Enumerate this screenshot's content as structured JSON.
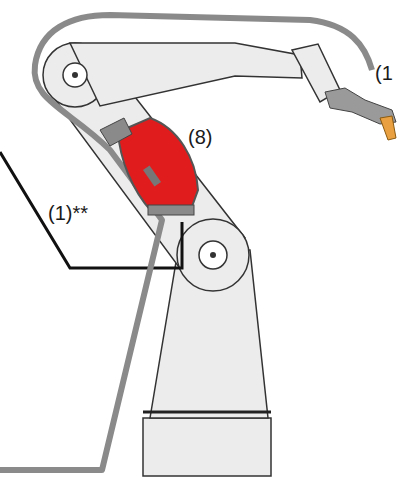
{
  "diagram": {
    "labels": [
      "(1)**",
      "(8)",
      "(1"
    ]
  }
}
